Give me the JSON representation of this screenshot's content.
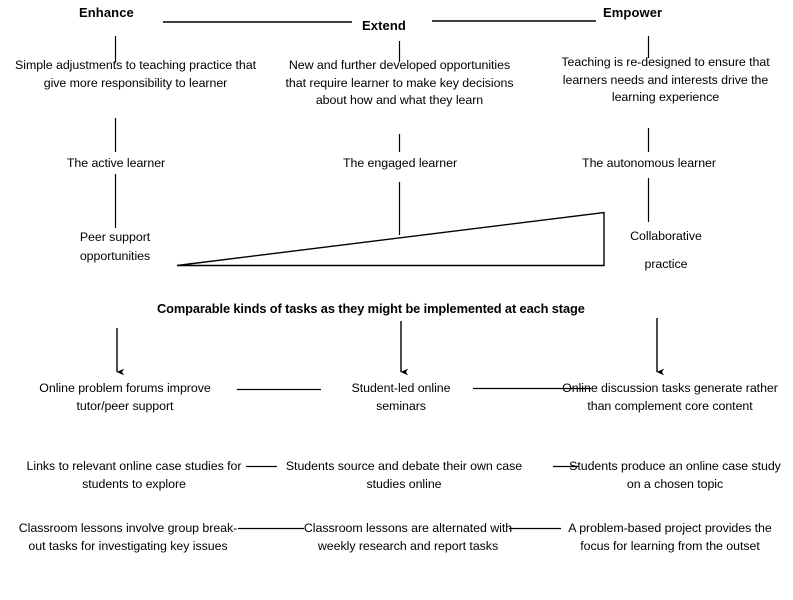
{
  "diagram": {
    "title_row": {
      "stages": [
        {
          "label": "Enhance"
        },
        {
          "label": "Extend"
        },
        {
          "label": "Empower"
        }
      ]
    },
    "descriptions": [
      "Simple adjustments to teaching practice that give more responsibility to learner",
      "New and further developed opportunities that require learner to make key decisions about how and what they learn",
      "Teaching is re-designed to ensure that learners needs and interests drive the learning experience"
    ],
    "learner_types": [
      "The active learner",
      "The engaged learner",
      "The autonomous learner"
    ],
    "outcomes": [
      "Peer support opportunities",
      "Collaborative practice"
    ],
    "section_title": "Comparable kinds of tasks as they might be implemented at each stage",
    "task_rows": [
      {
        "cells": [
          "Online problem forums improve tutor/peer support",
          "Student-led online seminars",
          "Online discussion tasks generate rather than complement core content"
        ]
      },
      {
        "cells": [
          "Links to relevant online case studies for students to explore",
          "Students source and debate their own case studies online",
          "Students produce an online case study on a chosen topic"
        ]
      },
      {
        "cells": [
          "Classroom lessons involve group break-out tasks for investigating key issues",
          "Classroom lessons are alternated with weekly research and report tasks",
          "A problem-based project provides the focus for learning from the outset"
        ]
      }
    ],
    "colors": {
      "stroke": "#000000",
      "background": "#ffffff",
      "text": "#000000"
    }
  }
}
